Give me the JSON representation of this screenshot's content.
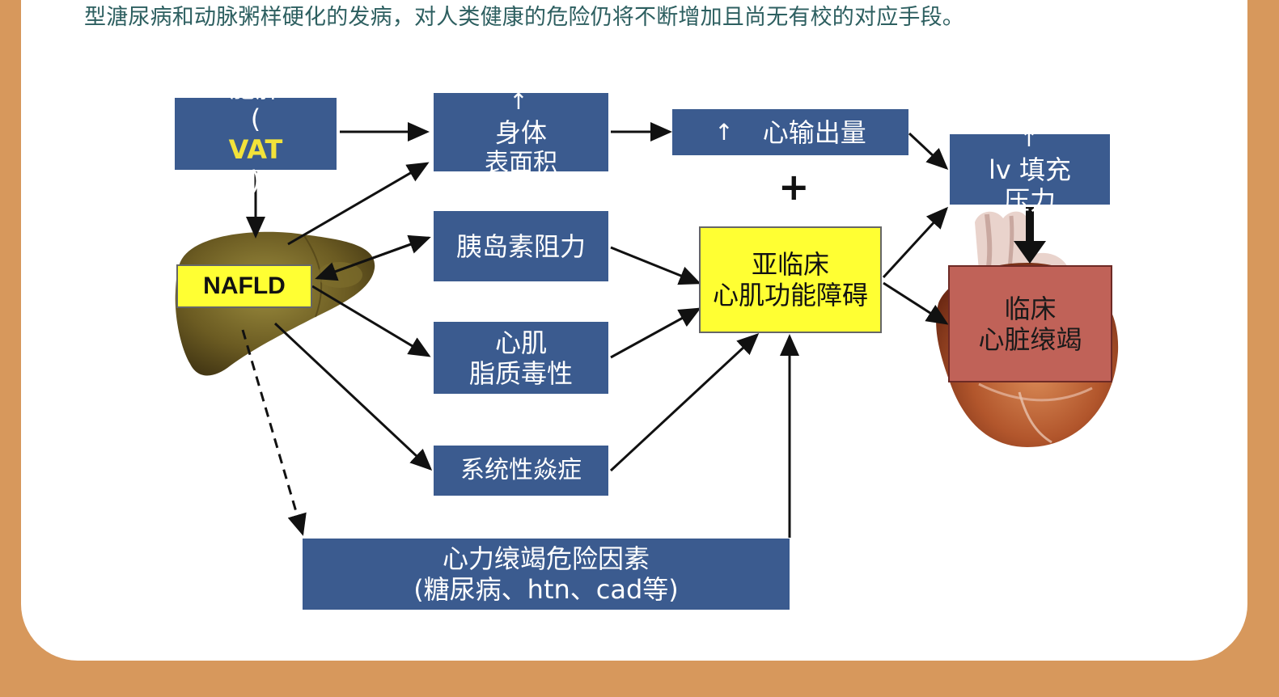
{
  "intro_text": "型溏尿病和动脉粥样硬化的发病，对人类健康的危险仍将不断增加且尚无有校的对应手段。",
  "nodes": {
    "obesity": {
      "line1": "肥胖",
      "paren_open": "(",
      "highlight": "VAT",
      "paren_close": ")"
    },
    "nafld": {
      "label": "NAFLD"
    },
    "body_surface": {
      "arrow": "↑",
      "line1": "身体",
      "line2": "表面积"
    },
    "cardiac_output": {
      "arrow": "↑",
      "label": "心输出量"
    },
    "lv_filling": {
      "arrow": "↑",
      "line1": "lv 填充",
      "line2": "压力"
    },
    "insulin_resistance": {
      "label": "胰岛素阻力"
    },
    "lipotoxicity": {
      "line1": "心肌",
      "line2": "脂质毒性"
    },
    "inflammation": {
      "label": "系统性焱症"
    },
    "subclinical": {
      "line1": "亚临床",
      "line2": "心肌功能障碍"
    },
    "clinical_hf": {
      "line1": "临床",
      "line2": "心脏缞竭"
    },
    "risk_factors": {
      "line1": "心力缞竭危险因素",
      "line2": "(糖尿病、htn、cad等)"
    }
  },
  "plus_sign": "+",
  "colors": {
    "frame": "#d7985c",
    "box_blue": "#3b5b8f",
    "box_yellow": "#ffff33",
    "box_red": "#c06258",
    "intro_text": "#2d5f60"
  },
  "images": {
    "liver": "liver-illustration",
    "heart": "heart-illustration"
  }
}
